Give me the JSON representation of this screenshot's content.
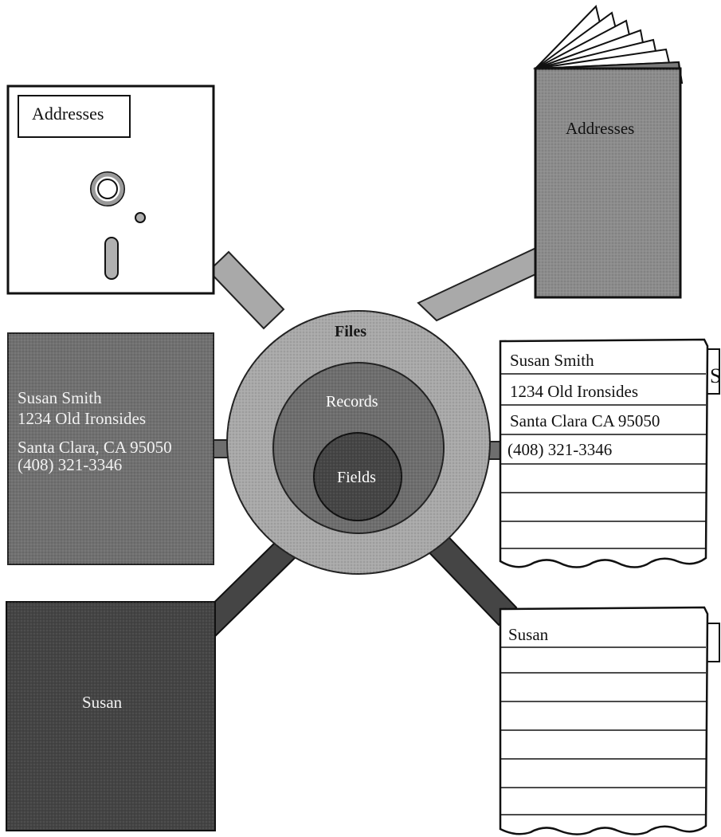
{
  "rings": {
    "files": "Files",
    "records": "Records",
    "fields": "Fields"
  },
  "disk": {
    "label": "Addresses"
  },
  "book": {
    "title": "Addresses"
  },
  "record_panel": {
    "lines": [
      "Susan Smith",
      "1234 Old Ironsides",
      "Santa Clara, CA 95050",
      "(408) 321-3346"
    ]
  },
  "record_card": {
    "lines": [
      "Susan Smith",
      "1234 Old Ironsides",
      "Santa Clara CA 95050",
      "(408) 321-3346"
    ],
    "tab_letter": "S"
  },
  "field_panel": {
    "value": "Susan"
  },
  "field_card": {
    "value": "Susan"
  },
  "colors": {
    "files_ring": "#a9a9a9",
    "records_ring": "#6e6e6e",
    "fields_ring": "#454545",
    "record_panel": "#707070",
    "field_panel": "#444444",
    "book": "#8c8c8c"
  }
}
